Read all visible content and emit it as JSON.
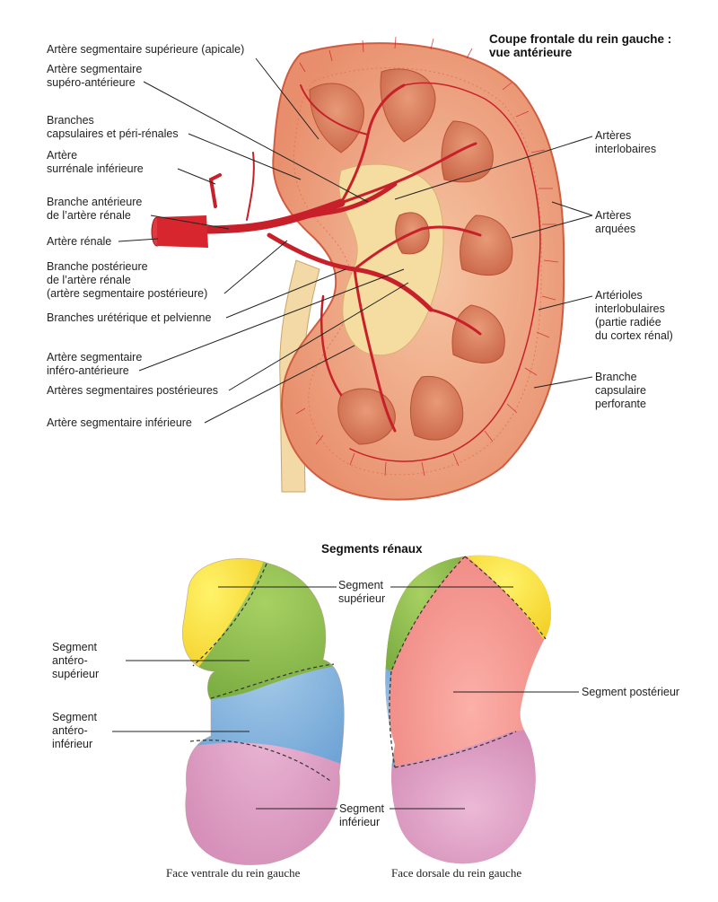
{
  "top_diagram": {
    "title_line1": "Coupe frontale du rein gauche :",
    "title_line2": "vue antérieure",
    "labels_left": [
      [
        "Artère segmentaire supérieure (apicale)"
      ],
      [
        "Artère segmentaire",
        "supéro-antérieure"
      ],
      [
        "Branches",
        "capsulaires et péri-rénales"
      ],
      [
        "Artère",
        "surrénale inférieure"
      ],
      [
        "Branche antérieure",
        "de l’artère rénale"
      ],
      [
        "Artère rénale"
      ],
      [
        "Branche postérieure",
        "de l’artère rénale",
        "(artère segmentaire postérieure)"
      ],
      [
        "Branches urétérique et pelvienne"
      ],
      [
        "Artère segmentaire",
        "inféro-antérieure"
      ],
      [
        "Artères segmentaires postérieures"
      ],
      [
        "Artère segmentaire inférieure"
      ]
    ],
    "labels_right": [
      [
        "Artères",
        "interlobaires"
      ],
      [
        "Artères",
        "arquées"
      ],
      [
        "Artérioles",
        "interlobulaires",
        "(partie radiée",
        "du cortex rénal)"
      ],
      [
        "Branche",
        "capsulaire",
        "perforante"
      ]
    ]
  },
  "segments_diagram": {
    "title": "Segments rénaux",
    "labels": {
      "superieur": [
        "Segment",
        "supérieur"
      ],
      "antero_superieur": [
        "Segment",
        "antéro-",
        "supérieur"
      ],
      "antero_inferieur": [
        "Segment",
        "antéro-",
        "inférieur"
      ],
      "posterieur": [
        "Segment postérieur"
      ],
      "inferieur": [
        "Segment",
        "inférieur"
      ]
    },
    "caption_left": "Face ventrale du rein gauche",
    "caption_right": "Face dorsale du rein gauche",
    "colors": {
      "superieur": "#f6dd2a",
      "antero_superieur": "#8fbf4a",
      "antero_inferieur": "#6fa8d8",
      "posterieur": "#f08a8a",
      "inferieur": "#d58fb8"
    }
  }
}
